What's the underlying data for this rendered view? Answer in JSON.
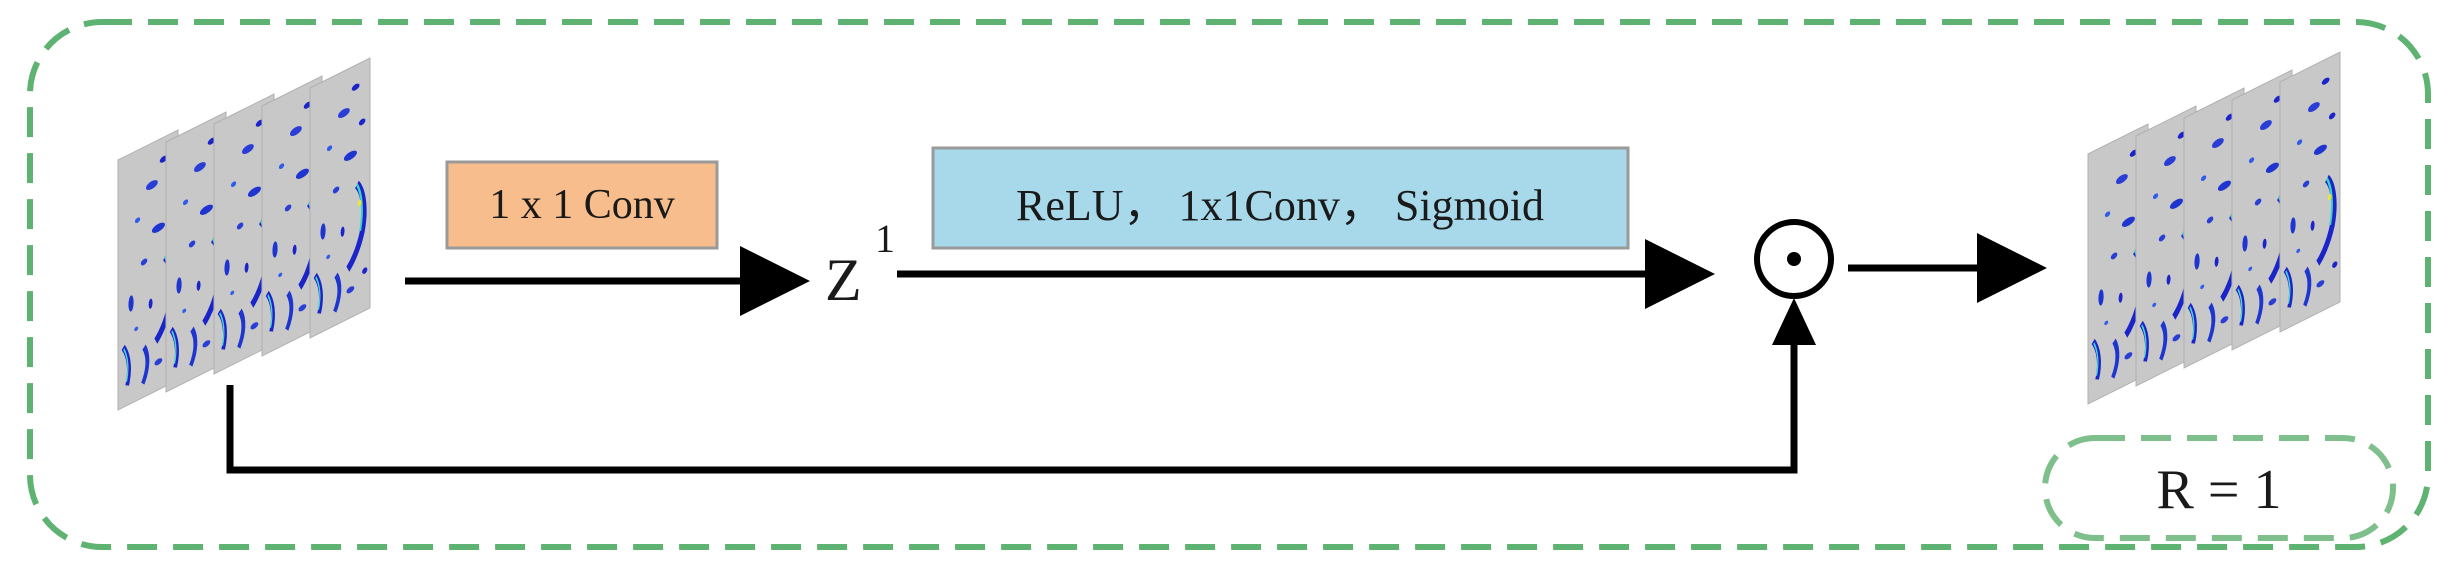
{
  "diagram": {
    "conv_box": {
      "label": "1 x 1 Conv",
      "fill": "#f7bd8c",
      "stroke": "#9a9a9a"
    },
    "z_label": {
      "base": "Z",
      "sup": "1"
    },
    "activation_box": {
      "label": "ReLU， 1x1Conv， Sigmoid",
      "fill": "#a7d9eb",
      "stroke": "#9a9a9a"
    },
    "operator": {
      "symbol": "⊙",
      "name": "element-wise-product"
    },
    "result_label": "R = 1",
    "colors": {
      "outer_border": "#5eb272",
      "result_border": "#7ebf8c",
      "feature_map_bg": "#c8c8c8",
      "arrow": "#000000"
    },
    "input_stack": {
      "map_count": 5
    },
    "output_stack": {
      "map_count": 5
    }
  }
}
